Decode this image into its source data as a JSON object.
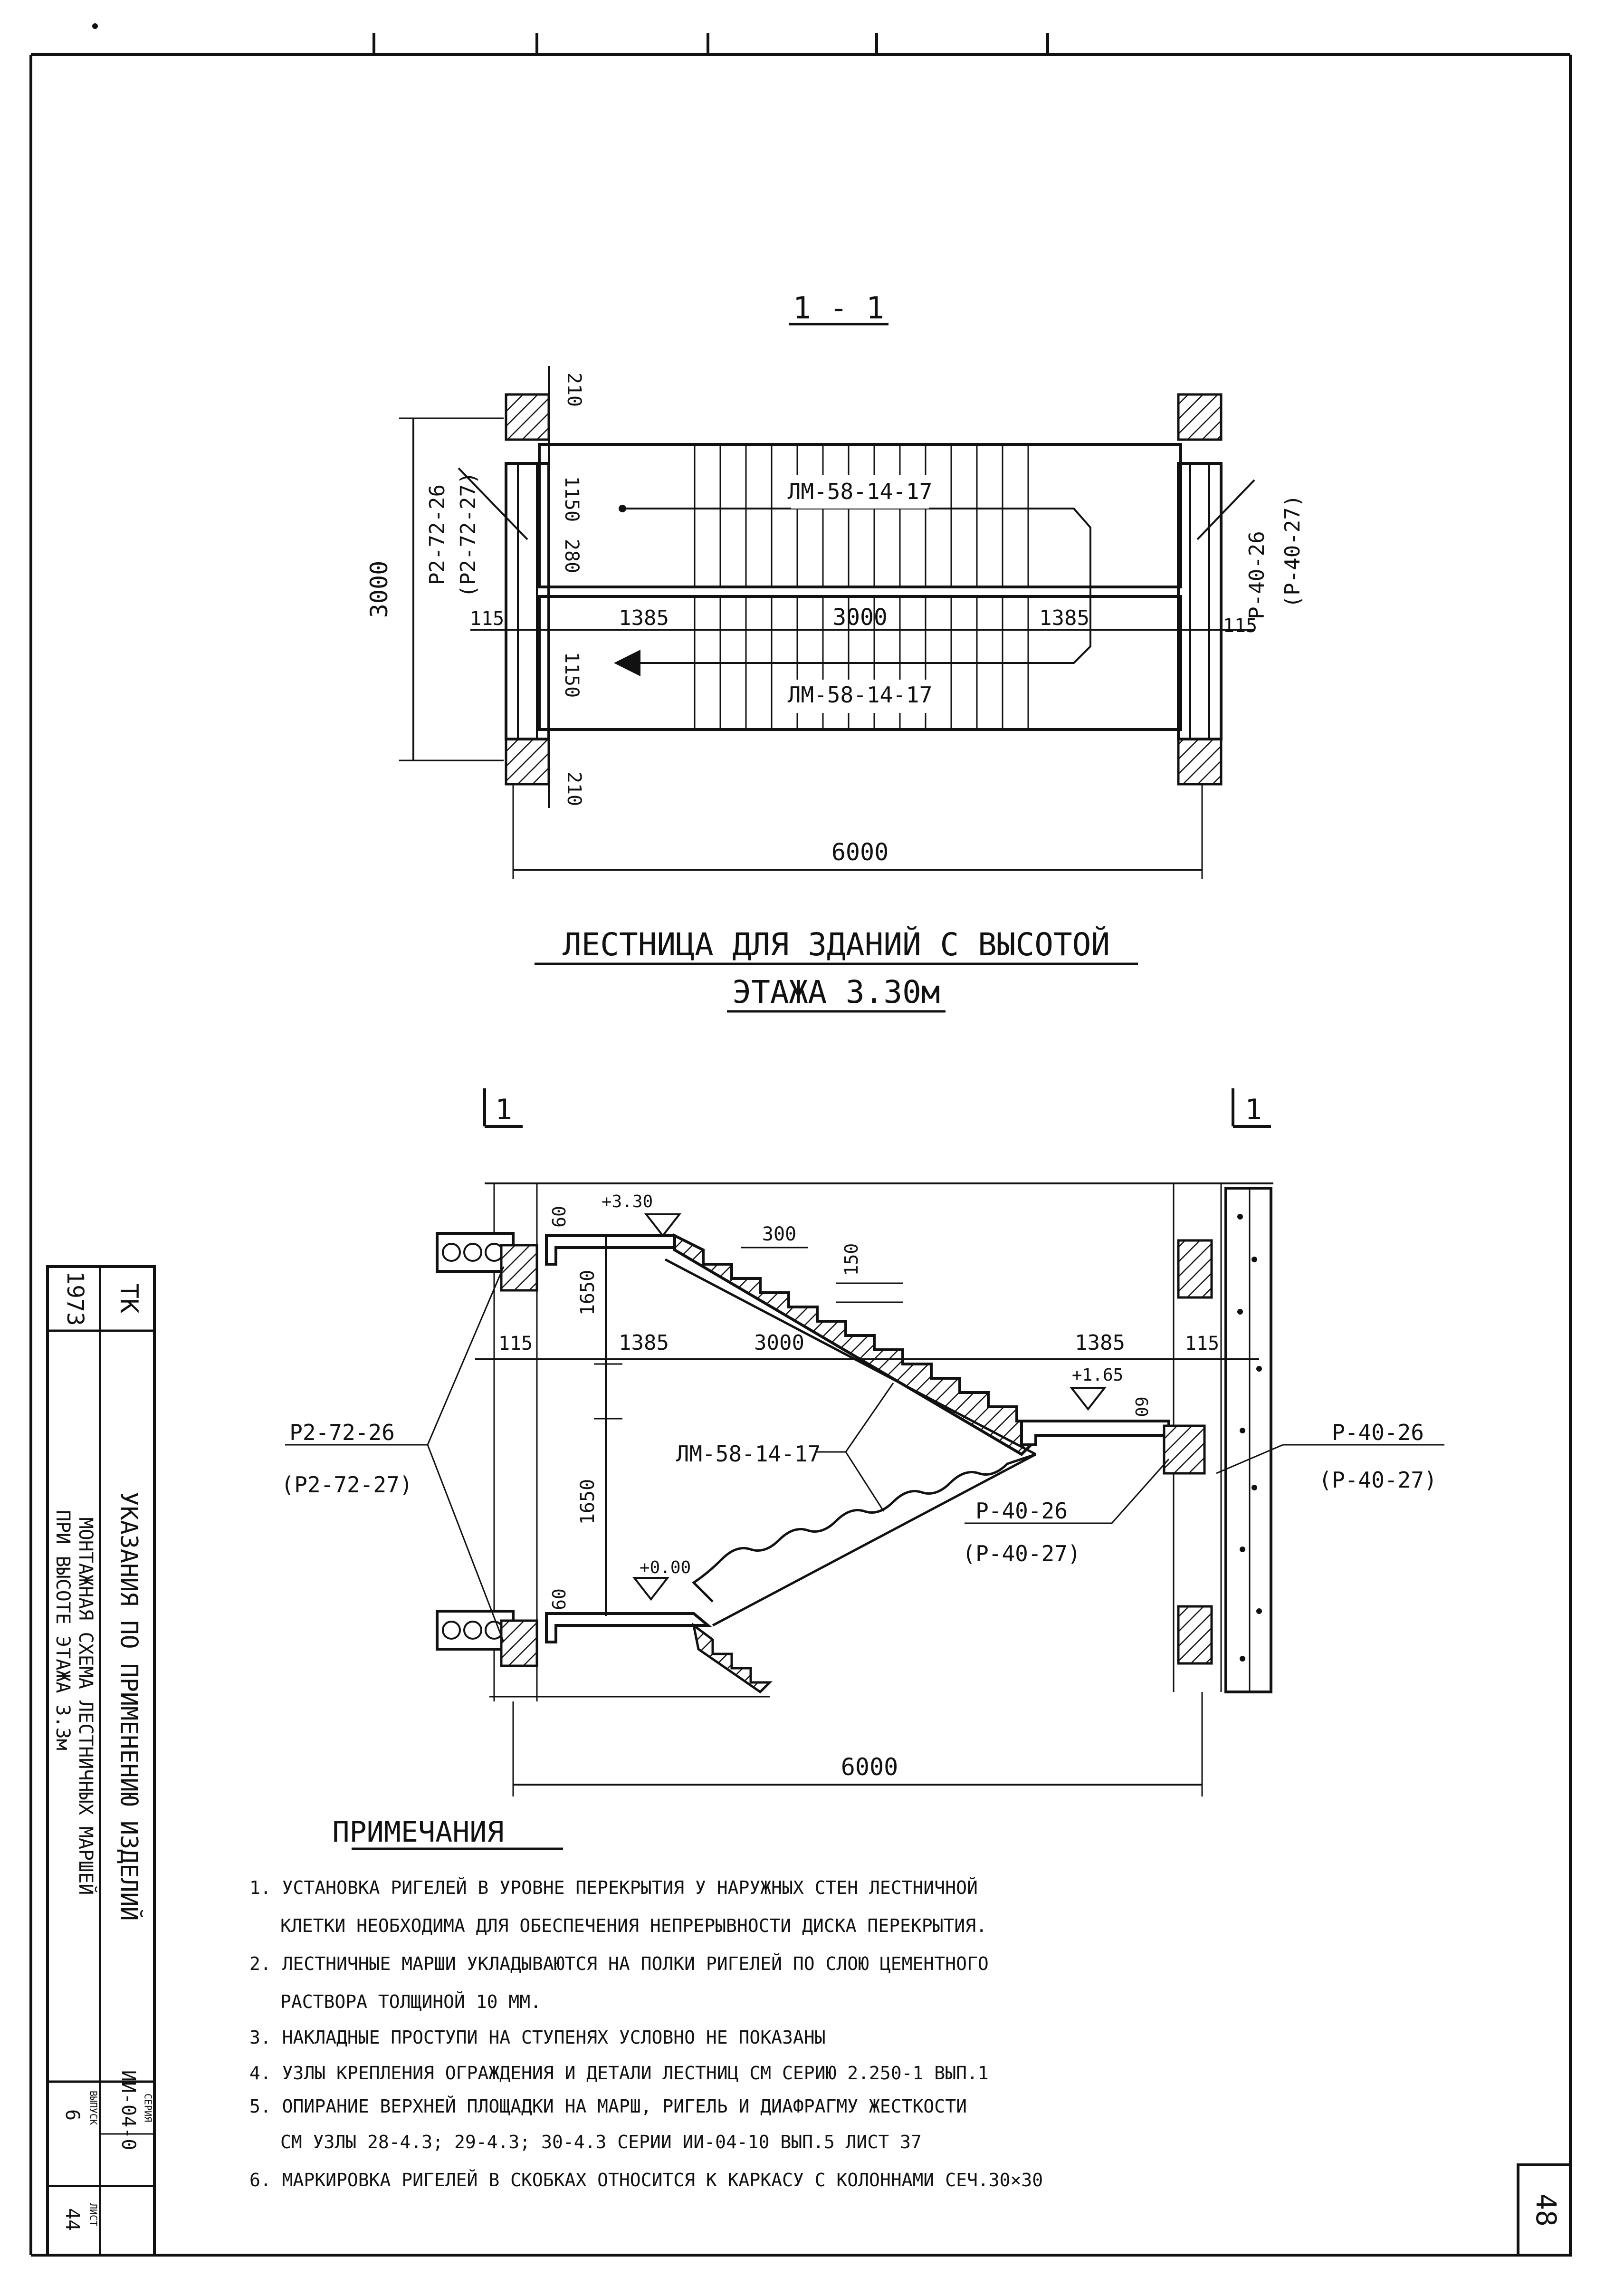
{
  "sheet": {
    "number": "48"
  },
  "plan_view": {
    "section_label": "1 - 1",
    "march_upper": "ЛМ-58-14-17",
    "march_lower": "ЛМ-58-14-17",
    "beam_left": "Р2-72-26",
    "beam_left_alt": "(Р2-72-27)",
    "beam_right": "Р-40-26",
    "beam_right_alt": "(Р-40-27)",
    "dims": {
      "top_210": "210",
      "bottom_210": "210",
      "d_1150_upper": "1150",
      "d_280": "280",
      "d_1150_lower": "1150",
      "total_3000": "3000",
      "left_115": "115",
      "right_115": "115",
      "left_1385": "1385",
      "middle_3000": "3000",
      "right_1385": "1385",
      "overall_6000": "6000"
    },
    "caption_line1": "ЛЕСТНИЦА ДЛЯ ЗДАНИЙ С ВЫСОТОЙ",
    "caption_line2": "ЭТАЖА 3.30м"
  },
  "section_view": {
    "cut_marker_left": "1",
    "cut_marker_right": "1",
    "level_top": "+3.30",
    "level_mid": "+1.65",
    "level_bottom": "+0.00",
    "march_label": "ЛМ-58-14-17",
    "beam_left": "Р2-72-26",
    "beam_left_alt": "(Р2-72-27)",
    "beam_mid": "Р-40-26",
    "beam_mid_alt": "(Р-40-27)",
    "beam_right": "Р-40-26",
    "beam_right_alt": "(Р-40-27)",
    "dims": {
      "d_60_top": "60",
      "d_300": "300",
      "d_150": "150",
      "d_1650_upper": "1650",
      "d_1650_lower": "1650",
      "left_115": "115",
      "right_115": "115",
      "left_1385": "1385",
      "middle_3000": "3000",
      "right_1385": "1385",
      "d_60_mid": "60",
      "d_60_bottom": "60",
      "overall_6000": "6000"
    }
  },
  "notes": {
    "title": "ПРИМЕЧАНИЯ",
    "lines": [
      "1. УСТАНОВКА РИГЕЛЕЙ В УРОВНЕ ПЕРЕКРЫТИЯ У НАРУЖНЫХ СТЕН ЛЕСТНИЧНОЙ",
      "КЛЕТКИ НЕОБХОДИМА ДЛЯ ОБЕСПЕЧЕНИЯ НЕПРЕРЫВНОСТИ ДИСКА ПЕРЕКРЫТИЯ.",
      "2. ЛЕСТНИЧНЫЕ МАРШИ УКЛАДЫВАЮТСЯ НА ПОЛКИ РИГЕЛЕЙ ПО СЛОЮ ЦЕМЕНТНОГО",
      "РАСТВОРА ТОЛЩИНОЙ 10 ММ.",
      "3. НАКЛАДНЫЕ ПРОСТУПИ НА СТУПЕНЯХ УСЛОВНО НЕ ПОКАЗАНЫ",
      "4. УЗЛЫ КРЕПЛЕНИЯ ОГРАЖДЕНИЯ И ДЕТАЛИ ЛЕСТНИЦ СМ СЕРИЮ 2.250-1 ВЫП.1",
      "5. ОПИРАНИЕ ВЕРХНЕЙ ПЛОЩАДКИ НА МАРШ, РИГЕЛЬ И ДИАФРАГМУ ЖЕСТКОСТИ",
      "СМ УЗЛЫ 28-4.3; 29-4.3; 30-4.3 СЕРИИ ИИ-04-10 ВЫП.5 ЛИСТ 37",
      "6. МАРКИРОВКА РИГЕЛЕЙ В СКОБКАХ ОТНОСИТСЯ К КАРКАСУ С КОЛОННАМИ СЕЧ.30×30"
    ]
  },
  "title_block": {
    "org": "ТК",
    "year": "1973",
    "title": "УКАЗАНИЯ ПО ПРИМЕНЕНИЮ ИЗДЕЛИЙ",
    "subtitle_line1": "МОНТАЖНАЯ СХЕМА ЛЕСТНИЧНЫХ МАРШЕЙ",
    "subtitle_line2": "ПРИ ВЫСОТЕ ЭТАЖА 3.3м",
    "series_label": "СЕРИЯ",
    "series_value": "ИИ-04-0",
    "issue_label": "ВЫПУСК",
    "issue_value": "6",
    "sheet_label": "ЛИСТ",
    "sheet_value": "44"
  }
}
